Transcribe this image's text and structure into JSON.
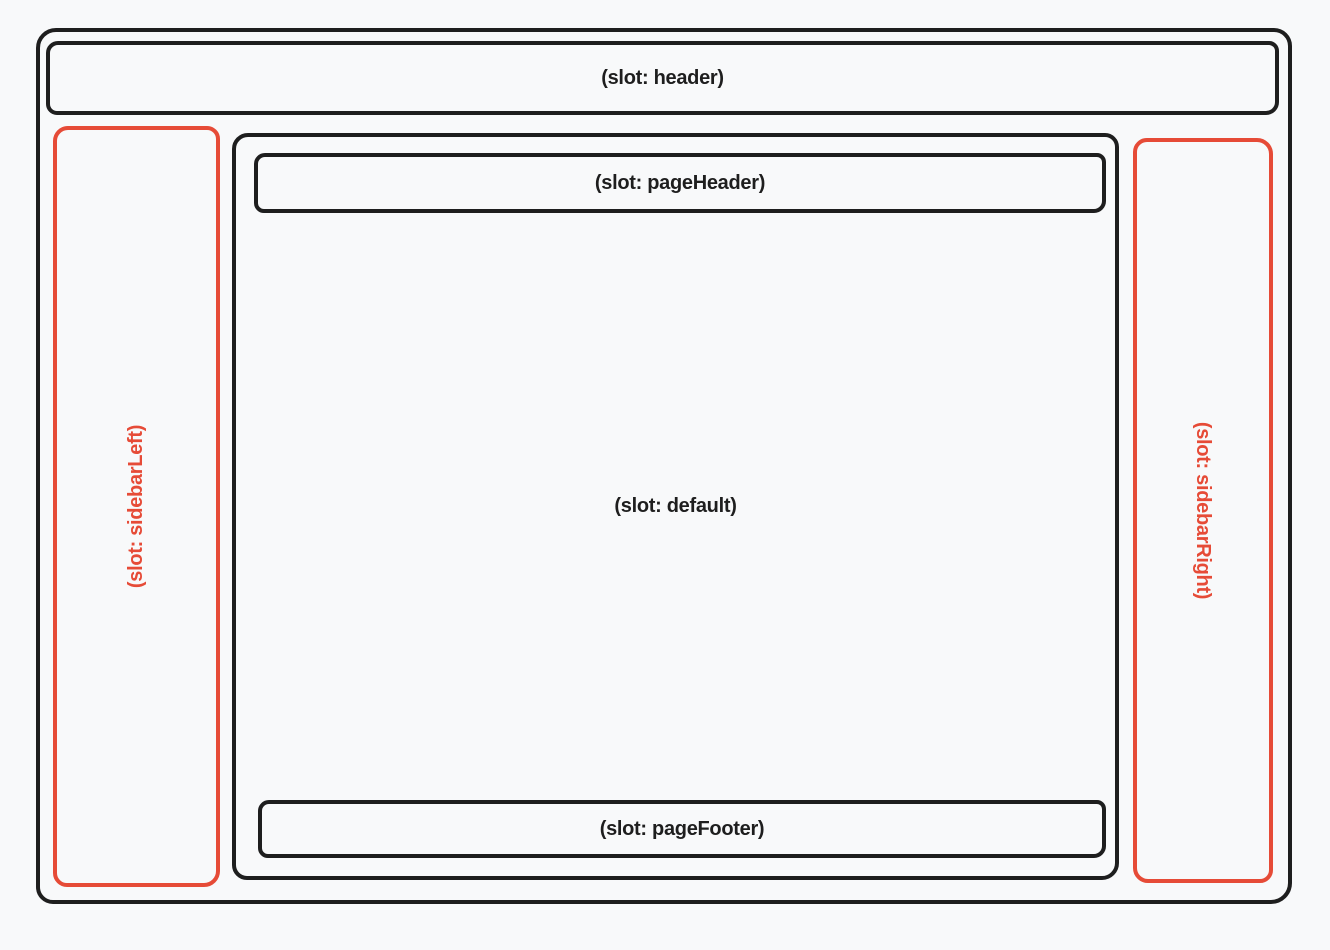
{
  "colors": {
    "background": "#f8f9fa",
    "stroke": "#1e1e1e",
    "accent": "#e64b37"
  },
  "slots": {
    "header": "(slot: header)",
    "sidebarLeft": "(slot: sidebarLeft)",
    "pageHeader": "(slot: pageHeader)",
    "default": "(slot: default)",
    "pageFooter": "(slot: pageFooter)",
    "sidebarRight": "(slot: sidebarRight)"
  }
}
